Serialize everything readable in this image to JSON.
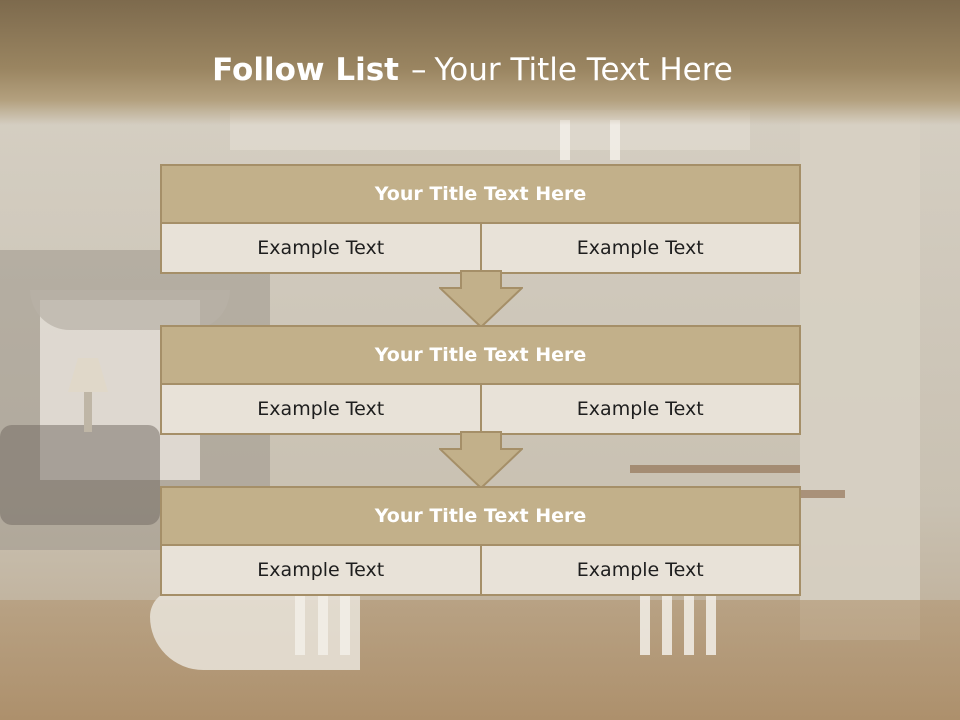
{
  "slide": {
    "title_bold": "Follow List",
    "title_dash": "–",
    "title_rest": "Your Title Text Here"
  },
  "steps": [
    {
      "title": "Your Title Text Here",
      "left": "Example Text",
      "right": "Example Text"
    },
    {
      "title": "Your Title Text Here",
      "left": "Example Text",
      "right": "Example Text"
    },
    {
      "title": "Your Title Text Here",
      "left": "Example Text",
      "right": "Example Text"
    }
  ],
  "colors": {
    "header": "#9a8561",
    "box_head": "#c2b08a",
    "box_body": "#e8e2d8",
    "border": "#a58f68",
    "arrow_fill": "#c2b08a"
  },
  "icons": {
    "connector": "down-arrow-icon"
  }
}
